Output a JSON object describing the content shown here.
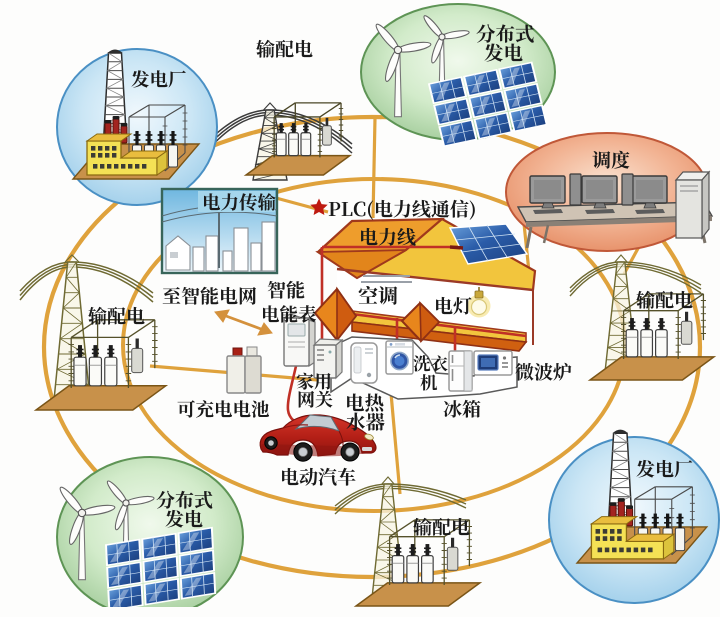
{
  "diagram": {
    "type": "smart-grid-plc-diagram",
    "labels": {
      "plant_top_left": "发电厂",
      "transmission_top": "输配电",
      "distributed_tr_1": "分布式",
      "distributed_tr_2": "发电",
      "dispatch": "调度",
      "power_transmission": "电力传输",
      "to_smart_grid": "至智能电网",
      "smart_meter_1": "智能",
      "smart_meter_2": "电能表",
      "plc": "PLC(电力线通信)",
      "power_line": "电力线",
      "air_conditioner": "空调",
      "electric_light": "电灯",
      "washing_machine_1": "洗衣",
      "washing_machine_2": "机",
      "refrigerator": "冰箱",
      "microwave": "微波炉",
      "water_heater_1": "电热",
      "water_heater_2": "水器",
      "home_gateway_1": "家用",
      "home_gateway_2": "网关",
      "rechargeable_battery": "可充电电池",
      "electric_vehicle": "电动汽车",
      "transmission_left": "输配电",
      "transmission_right": "输配电",
      "transmission_bottom": "输配电",
      "distributed_bl_1": "分布式",
      "distributed_bl_2": "发电",
      "plant_bottom_right": "发电厂"
    },
    "colors": {
      "background": "#fdfdfc",
      "ring": "#dfa23c",
      "wire_red": "#c03026",
      "node_blue": "#bfe0f2",
      "node_green": "#cde6c6",
      "node_salmon": "#f0a580",
      "roof_orange": "#ee9d2c",
      "roof_yellow": "#f2c53d",
      "solar_blue": "#2a5ca8",
      "star_red": "#be1a10"
    }
  }
}
